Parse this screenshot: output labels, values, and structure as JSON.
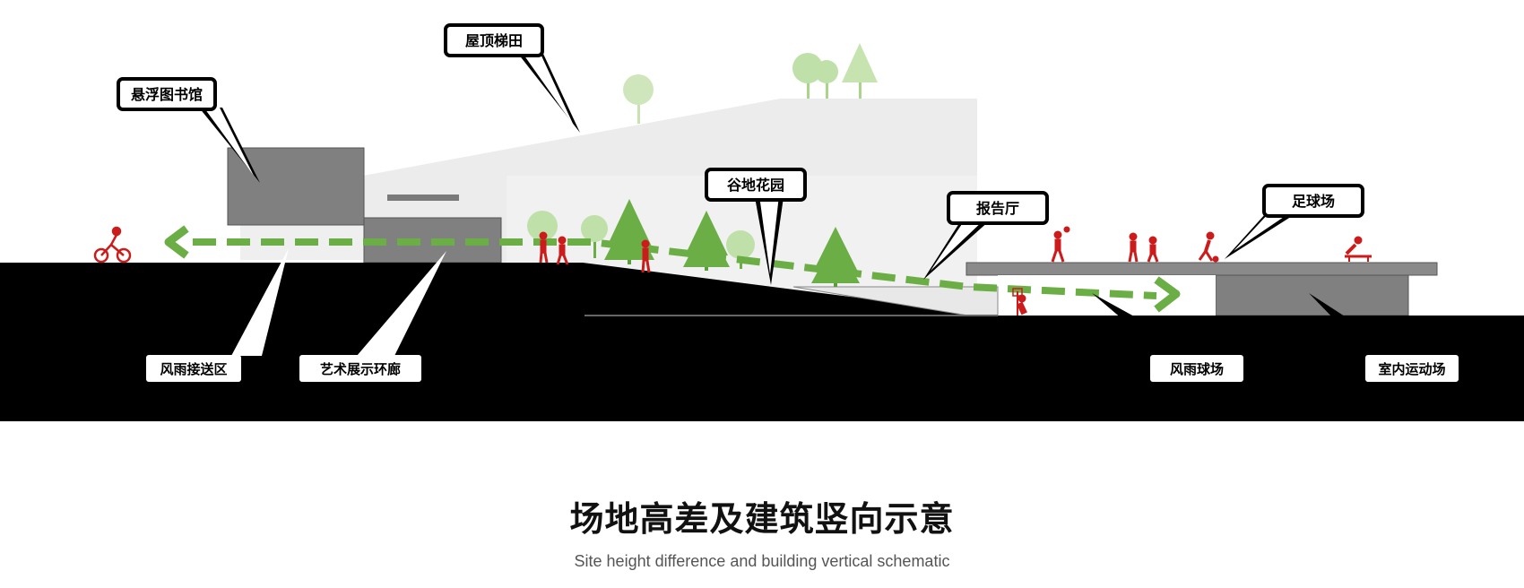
{
  "colors": {
    "ground": "#000000",
    "building_dark": "#808080",
    "building_light": "#eeeeee",
    "path_green": "#6cae46",
    "tree_green": "#6cae46",
    "tree_light": "#bfe0a8",
    "figure_red": "#cc1b1b"
  },
  "callouts": {
    "library": "悬浮图书馆",
    "roof_terraces": "屋顶梯田",
    "valley_garden": "谷地花园",
    "auditorium": "报告厅",
    "football_field": "足球场"
  },
  "labels": {
    "dropoff": "风雨接送区",
    "art_corridor": "艺术展示环廊",
    "covered_court": "风雨球场",
    "indoor_sports": "室内运动场"
  },
  "title": {
    "main": "场地高差及建筑竖向示意",
    "sub": "Site height difference and building vertical schematic"
  },
  "icons": [
    "cyclist-icon",
    "person-icon",
    "basketball-player-icon",
    "runner-icon",
    "soccer-player-icon",
    "fitness-icon",
    "tree-icon"
  ]
}
